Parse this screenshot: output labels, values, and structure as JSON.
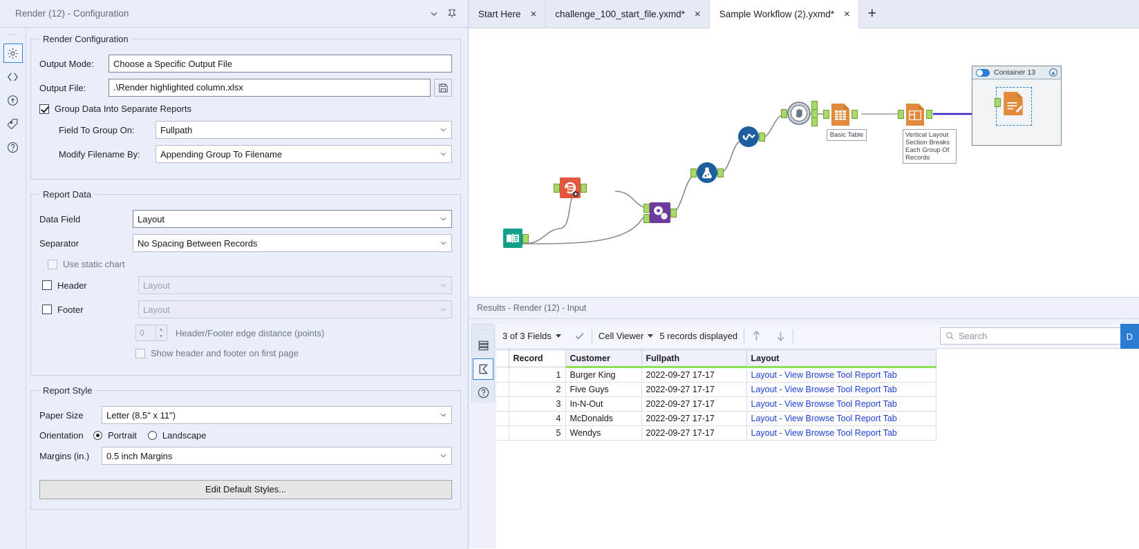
{
  "config_panel": {
    "title": "Render (12) - Configuration",
    "titlebar_icons": [
      "chevron-down-icon",
      "pin-icon"
    ],
    "rail_icons": [
      "gear-icon",
      "code-icon",
      "runtime-icon",
      "annotation-tag-icon",
      "help-icon"
    ],
    "render_configuration": {
      "legend": "Render Configuration",
      "output_mode_label": "Output Mode:",
      "output_mode_value": "Choose a Specific Output File",
      "output_file_label": "Output File:",
      "output_file_value": ".\\Render highlighted column.xlsx",
      "group_data_label": "Group Data Into Separate Reports",
      "group_data_checked": true,
      "field_to_group_label": "Field To Group On:",
      "field_to_group_value": "Fullpath",
      "modify_filename_label": "Modify Filename By:",
      "modify_filename_value": "Appending Group To Filename"
    },
    "report_data": {
      "legend": "Report Data",
      "data_field_label": "Data Field",
      "data_field_value": "Layout",
      "separator_label": "Separator",
      "separator_value": "No Spacing Between Records",
      "use_static_chart_label": "Use static chart",
      "use_static_chart_checked": false,
      "header_label": "Header",
      "header_value": "Layout",
      "header_checked": false,
      "footer_label": "Footer",
      "footer_value": "Layout",
      "footer_checked": false,
      "edge_distance_value": "0",
      "edge_distance_label": "Header/Footer edge distance (points)",
      "show_header_footer_label": "Show header and footer on first page",
      "show_header_footer_checked": false
    },
    "report_style": {
      "legend": "Report Style",
      "paper_size_label": "Paper Size",
      "paper_size_value": "Letter (8.5\" x 11\")",
      "orientation_label": "Orientation",
      "orientation_portrait": "Portrait",
      "orientation_landscape": "Landscape",
      "orientation_selected": "Portrait",
      "margins_label": "Margins (in.)",
      "margins_value": "0.5 inch Margins",
      "edit_default_styles": "Edit Default Styles..."
    }
  },
  "tabs": {
    "items": [
      {
        "label": "Start Here",
        "active": false,
        "close": "×"
      },
      {
        "label": "challenge_100_start_file.yxmd*",
        "active": false,
        "close": "×"
      },
      {
        "label": "Sample Workflow (2).yxmd*",
        "active": true,
        "close": "×"
      }
    ],
    "add_label": "+"
  },
  "canvas": {
    "nodes": [
      {
        "name": "directory-input-tool",
        "icon": "book-icon",
        "color": "#12a08a"
      },
      {
        "name": "dynamic-input-tool",
        "icon": "refresh-records-icon",
        "color": "#e2583e"
      },
      {
        "name": "multi-field-formula-tool",
        "icon": "gears-icon",
        "color": "#6f3a9e"
      },
      {
        "name": "test-tool",
        "icon": "flask-icon",
        "color": "#1b5f9e"
      },
      {
        "name": "sample-tool",
        "icon": "wave-icon",
        "color": "#1b5f9e"
      },
      {
        "name": "browse-tool",
        "icon": "hand-icon",
        "color": "#6d7a88"
      },
      {
        "name": "table-tool",
        "icon": "table-icon",
        "color": "#e08b3c"
      },
      {
        "name": "layout-tool",
        "icon": "layout-icon",
        "color": "#e08b3c"
      },
      {
        "name": "render-tool",
        "icon": "render-doc-icon",
        "color": "#e08b3c"
      }
    ],
    "labels": {
      "basic_table": "Basic Table",
      "vertical_layout": "Vertical Layout\nSection Breaks\nEach Group Of\nRecords"
    },
    "container": {
      "title": "Container 13",
      "toggle_on": true
    }
  },
  "results": {
    "title": "Results - Render (12) - Input",
    "rail_icons": [
      "data-layers-icon",
      "records-sigma-icon",
      "help-icon"
    ],
    "toolbar": {
      "fields_label": "3 of 3 Fields",
      "check_icon": "checkmark-icon",
      "view_label": "Cell Viewer",
      "records_label": "5 records displayed",
      "up_icon": "arrow-up-icon",
      "down_icon": "arrow-down-icon",
      "search_placeholder": "Search",
      "search_icon": "search-icon",
      "action_button_label": "D"
    },
    "grid": {
      "columns": [
        "Record",
        "Customer",
        "Fullpath",
        "Layout"
      ],
      "rows": [
        {
          "record": "1",
          "customer": "Burger King",
          "fullpath": "2022-09-27 17-17",
          "layout": "Layout - View Browse Tool Report Tab"
        },
        {
          "record": "2",
          "customer": "Five Guys",
          "fullpath": "2022-09-27 17-17",
          "layout": "Layout - View Browse Tool Report Tab"
        },
        {
          "record": "3",
          "customer": "In-N-Out",
          "fullpath": "2022-09-27 17-17",
          "layout": "Layout - View Browse Tool Report Tab"
        },
        {
          "record": "4",
          "customer": "McDonalds",
          "fullpath": "2022-09-27 17-17",
          "layout": "Layout - View Browse Tool Report Tab"
        },
        {
          "record": "5",
          "customer": "Wendys",
          "fullpath": "2022-09-27 17-17",
          "layout": "Layout - View Browse Tool Report Tab"
        }
      ]
    }
  }
}
